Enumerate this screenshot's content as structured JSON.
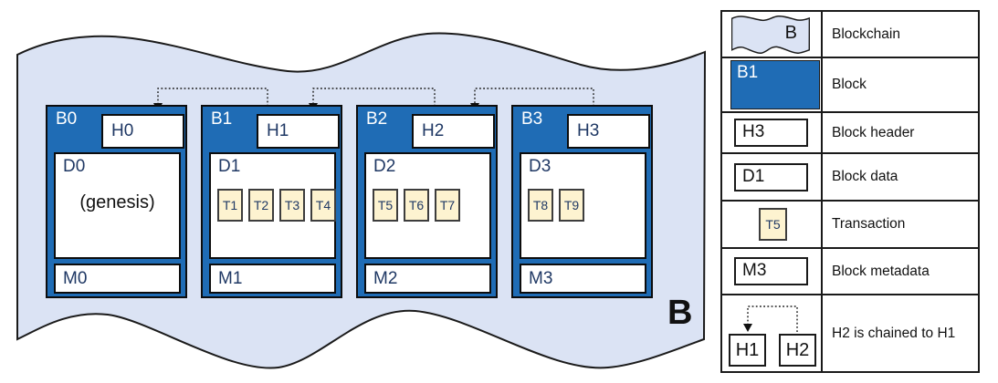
{
  "diagram": {
    "chain_label": "B",
    "blocks": [
      {
        "id": "B0",
        "header": "H0",
        "data": "D0",
        "meta": "M0",
        "note": "(genesis)",
        "transactions": []
      },
      {
        "id": "B1",
        "header": "H1",
        "data": "D1",
        "meta": "M1",
        "note": "",
        "transactions": [
          "T1",
          "T2",
          "T3",
          "T4"
        ]
      },
      {
        "id": "B2",
        "header": "H2",
        "data": "D2",
        "meta": "M2",
        "note": "",
        "transactions": [
          "T5",
          "T6",
          "T7"
        ]
      },
      {
        "id": "B3",
        "header": "H3",
        "data": "D3",
        "meta": "M3",
        "note": "",
        "transactions": [
          "T8",
          "T9"
        ]
      }
    ]
  },
  "legend": {
    "rows": [
      {
        "icon": "blockchain-icon",
        "symbol_label": "B",
        "label": "Blockchain"
      },
      {
        "icon": "block-icon",
        "symbol_label": "B1",
        "label": "Block"
      },
      {
        "icon": "block-header-icon",
        "symbol_label": "H3",
        "label": "Block header"
      },
      {
        "icon": "block-data-icon",
        "symbol_label": "D1",
        "label": "Block data"
      },
      {
        "icon": "transaction-icon",
        "symbol_label": "T5",
        "label": "Transaction"
      },
      {
        "icon": "block-metadata-icon",
        "symbol_label": "M3",
        "label": "Block metadata"
      },
      {
        "icon": "chain-link-icon",
        "symbol_label_left": "H1",
        "symbol_label_right": "H2",
        "label": "H2 is chained to H1"
      }
    ]
  },
  "colors": {
    "block_blue": "#1f6cb5",
    "chain_fill": "#dbe3f4",
    "transaction_fill": "#fdf3d0",
    "navy_text": "#1f3864",
    "outline": "#111111"
  }
}
